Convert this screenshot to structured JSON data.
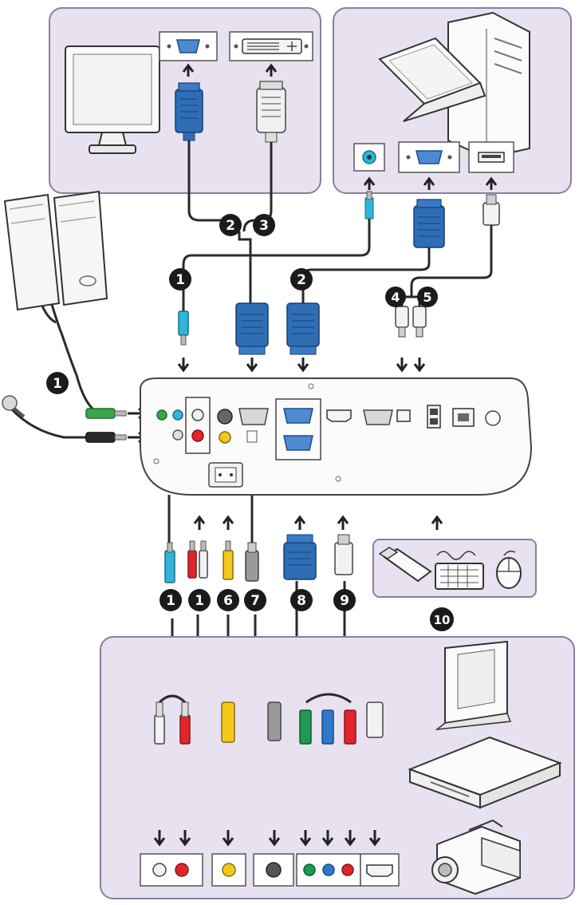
{
  "colors": {
    "panel_fill": "#e8e1f0",
    "panel_stroke": "#8a7fa0",
    "cable": "#2a2a2a",
    "vga_blue": "#2f6db5",
    "audio_green": "#3aa54a",
    "audio_cyan": "#2fb6d9",
    "rca_red": "#e0262b",
    "rca_yellow": "#f3c81a",
    "component_green": "#1f9a52",
    "component_blue": "#2f78c8",
    "badge": "#1b1b1b"
  },
  "badges": [
    {
      "id": "b-top-1",
      "label": "1"
    },
    {
      "id": "b-top-2a",
      "label": "2"
    },
    {
      "id": "b-top-3",
      "label": "3"
    },
    {
      "id": "b-top-2b",
      "label": "2"
    },
    {
      "id": "b-top-4",
      "label": "4"
    },
    {
      "id": "b-top-5",
      "label": "5"
    },
    {
      "id": "b-speaker-1",
      "label": "1"
    },
    {
      "id": "b-bot-1a",
      "label": "1"
    },
    {
      "id": "b-bot-1b",
      "label": "1"
    },
    {
      "id": "b-bot-6",
      "label": "6"
    },
    {
      "id": "b-bot-7",
      "label": "7"
    },
    {
      "id": "b-bot-8",
      "label": "8"
    },
    {
      "id": "b-bot-9",
      "label": "9"
    },
    {
      "id": "b-usb-10",
      "label": "10"
    }
  ],
  "icons": [
    "monitor-icon",
    "vga-port-icon",
    "dvi-port-icon",
    "computer-icon",
    "audio-jack-icon",
    "usb-port-icon",
    "speakers-icon",
    "microphone-icon",
    "projector-icon",
    "usb-drive-icon",
    "keyboard-icon",
    "mouse-icon",
    "dvd-player-icon",
    "set-top-box-icon",
    "camcorder-icon",
    "hdmi-port-icon"
  ]
}
